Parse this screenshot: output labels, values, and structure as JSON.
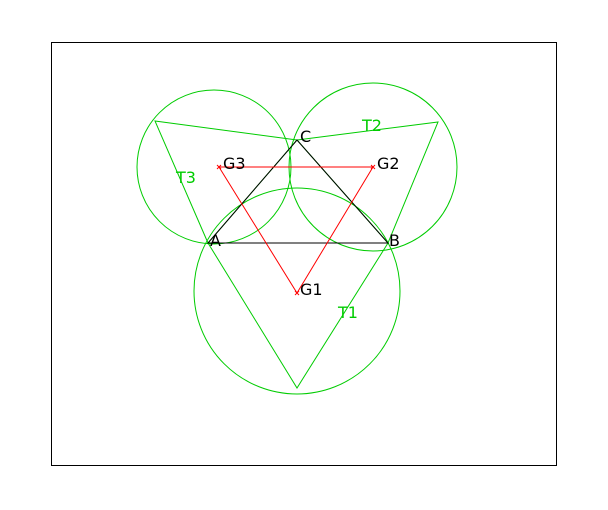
{
  "colors": {
    "frame": "#000000",
    "triangle_abc": "#000000",
    "triangle_g": "#ff0000",
    "outer": "#00cc00",
    "text_black": "#000000",
    "text_green": "#00cc00"
  },
  "labels": {
    "A": "A",
    "B": "B",
    "C": "C",
    "G1": "G1",
    "G2": "G2",
    "G3": "G3",
    "T1": "T1",
    "T2": "T2",
    "T3": "T3"
  }
}
